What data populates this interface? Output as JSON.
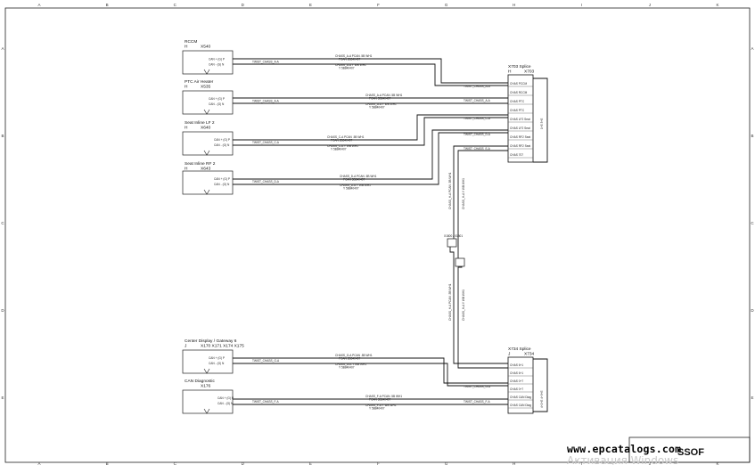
{
  "grid": {
    "columns": [
      "A",
      "B",
      "C",
      "D",
      "E",
      "F",
      "G",
      "H",
      "I",
      "J",
      "K"
    ],
    "rows": [
      "A",
      "B",
      "C",
      "D",
      "E"
    ]
  },
  "components": [
    {
      "key": "rccm",
      "name": "RCCM",
      "conn_letter": "H",
      "conn_id": "X540",
      "pins": [
        "CAN + (G) P",
        "CAN - (G) N"
      ]
    },
    {
      "key": "ptc",
      "name": "PTC Air Heater",
      "conn_letter": "H",
      "conn_id": "X535",
      "pins": [
        "CAN + (G) P",
        "CAN - (G) N"
      ]
    },
    {
      "key": "seatlf",
      "name": "Seat Inline LF 2",
      "conn_letter": "H",
      "conn_id": "X640",
      "pins": [
        "CAN + (G) P",
        "CAN - (G) N"
      ]
    },
    {
      "key": "seatrf",
      "name": "Seat Inline RF 2",
      "conn_letter": "H",
      "conn_id": "X643",
      "pins": [
        "CAN + (G) P",
        "CAN - (G) N"
      ]
    },
    {
      "key": "cdg",
      "name": "Center Display / Gateway 6",
      "conn_letter": "J",
      "conn_id": "X170 X171 X174 X175",
      "pins": [
        "CAN + (G) P",
        "CAN - (G) N"
      ]
    },
    {
      "key": "candiag",
      "name": "CAN Diagnostic",
      "conn_letter": "",
      "conn_id": "X176",
      "pins": [
        "CAN + (G) P",
        "CAN - (G) N"
      ]
    }
  ],
  "splices": [
    {
      "key": "x703",
      "name": "X703 Splice",
      "conn_letter": "H",
      "conn_id": "X703",
      "side_label": "1+E 3+E",
      "pins": [
        "CHAS PCCM",
        "CHAS RCCM",
        "CHAS PTC",
        "CHAS PTC",
        "CHAS LF2 Seat",
        "CHAS LF2 Seat",
        "CHAS RF2 Seat",
        "CHAS RF2 Seat",
        "CHAS 707"
      ]
    },
    {
      "key": "x734",
      "name": "X734 Splice",
      "conn_letter": "J",
      "conn_id": "X734",
      "side_label": "4+2+E 4+3+E",
      "pins": [
        "CHAS 6+1",
        "CHAS 6+1",
        "CHAS 0+7",
        "CHAS 0+7",
        "CHAS CAN Diag",
        "CHAS CAN Diag"
      ]
    }
  ],
  "twist_labels": [
    "TWIST_CHASS_A-A",
    "TWIST_CHASS_A-A",
    "TWIST_CHASS_C-A",
    "TWIST_CHASS_D-A",
    "TWIST_CHASS_G-A",
    "TWIST_CHASS_F-A"
  ],
  "wire_labels": {
    "rccm": [
      "CHASS_A-A  PCAN  .5B  WH1",
      "CHASS_A-A  Y  WB  WH1"
    ],
    "ptc": [
      "CHASS_A-A  PCAN  .5B  WH1",
      "CHASS_A-A  Y  WB  WH1"
    ],
    "seatlf": [
      "CHASS_C-A  PCAN  .5B  WH1",
      "CHASS_C-A  Y  WB  WH1"
    ],
    "seatrf": [
      "CHASS_D-A  PCAN  .5B  WH1",
      "CHASS_D-A  Y  WB  WH1"
    ],
    "cdg": [
      "CHASS_G-A  PCAN  .5B  WH1",
      "CHASS_G-A  Y  WB  WH1"
    ],
    "candiag": [
      "CHASS_F-A  PCAN  .5B  WH1",
      "CHASS_F-A  Y  WB  WH1"
    ]
  },
  "wire_codes": [
    "PCAN  5B840407",
    "Y  5B840407"
  ],
  "trunk_labels": [
    "CHASS_H-A  PCAN  .5B  WH1",
    "CHASS_H-A  Y  WB  WH1"
  ],
  "splice_input_labels": [
    "TWIST_CHASS_A-A",
    "TWIST_CHASS_A-A",
    "TWIST_CHASS_C-A",
    "TWIST_CHASS_D-A",
    "TWIST_CHASS_E-A",
    "TWIST_CHASS_G-A",
    "TWIST_CHASS_F-A"
  ],
  "inline_connector": {
    "name": "X1800 / X1801"
  },
  "title_block": {
    "text": "SSOF"
  },
  "website": "www.epcatalogs.com",
  "watermark": "Активация Windows"
}
